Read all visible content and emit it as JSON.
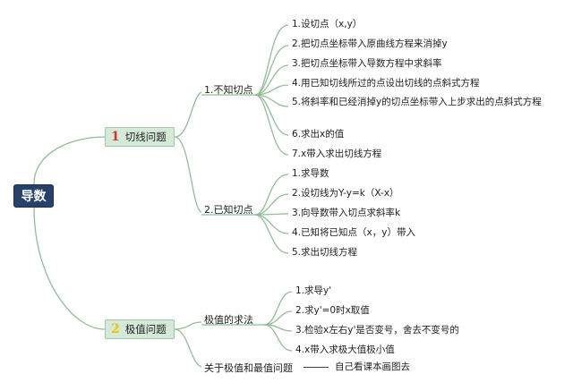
{
  "root": {
    "label": "导数"
  },
  "branches": [
    {
      "number": "1",
      "label": "切线问题",
      "subs": [
        {
          "label": "1.不知切点",
          "items": [
            "1.设切点（x,y）",
            "2.把切点坐标带入原曲线方程来消掉y",
            "3.把切点坐标带入导数方程中求斜率",
            "4.用已知切线所过的点设出切线的点斜式方程",
            "5.将斜率和已经消掉y的切点坐标带入上步求出的点斜式方程",
            "6.求出x的值",
            "7.x带入求出切线方程"
          ]
        },
        {
          "label": "2.已知切点",
          "items": [
            "1.求导数",
            "2.设切线为Y-y=k（X-x）",
            "3.向导数带入切点求斜率k",
            "4.已知将已知点（x，y）带入",
            "5.求出切线方程"
          ]
        }
      ]
    },
    {
      "number": "2",
      "label": "极值问题",
      "subs": [
        {
          "label": "极值的求法",
          "items": [
            "1.求导y'",
            "2.求y'=0时x取值",
            "3.检验x左右y'是否变号，舍去不变号的",
            "4.x带入求极大值极小值"
          ]
        },
        {
          "label": "关于极值和最值问题",
          "note": "自己看课本画图去"
        }
      ]
    }
  ],
  "colors": {
    "root_bg": "#27426a",
    "branch_bg": "#d5e9d8",
    "connector": "#8fbf97",
    "number_1": "#d9342b",
    "number_2": "#f2c200"
  }
}
